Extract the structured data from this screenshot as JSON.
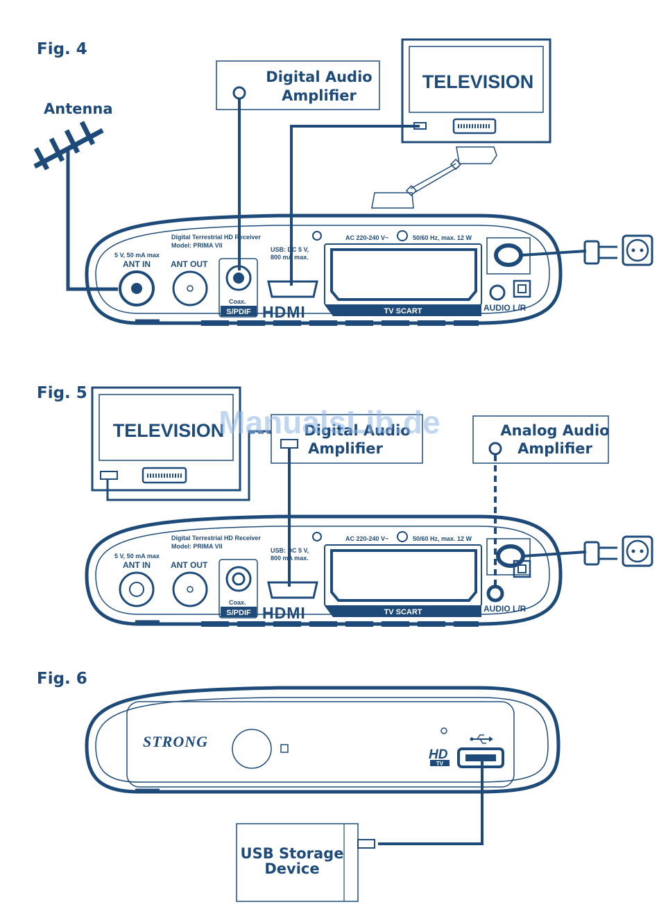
{
  "watermark": "ManualsLib.de",
  "fig4": {
    "title": "Fig. 4",
    "antenna_label": "Antenna",
    "amplifier_line1": "Digital Audio",
    "amplifier_line2": "Amplifier",
    "tv_label": "TELEVISION"
  },
  "fig5": {
    "title": "Fig. 5",
    "tv_label": "TELEVISION",
    "digital_amp_line1": "Digital Audio",
    "digital_amp_line2": "Amplifier",
    "analog_amp_line1": "Analog Audio",
    "analog_amp_line2": "Amplifier"
  },
  "fig6": {
    "title": "Fig. 6",
    "brand": "STRONG",
    "hd_top": "HD",
    "hd_bottom": "TV",
    "usb_device_line1": "USB Storage",
    "usb_device_line2": "Device"
  },
  "receiver": {
    "model_line1": "Digital Terrestrial HD Receiver",
    "model_line2": "Model: PRIMA VII",
    "ant_spec": "5 V, 50 mA max",
    "ant_in": "ANT IN",
    "ant_out": "ANT OUT",
    "coax": "Coax.",
    "spdif": "S/PDIF",
    "usb_line1": "USB: DC 5 V,",
    "usb_line2": "800 mA max.",
    "hdmi": "HDMI",
    "ac_spec": "AC 220-240 V~",
    "freq_spec": "50/60 Hz, max. 12 W",
    "tv_scart": "TV SCART",
    "audio_lr": "AUDIO L/R"
  }
}
